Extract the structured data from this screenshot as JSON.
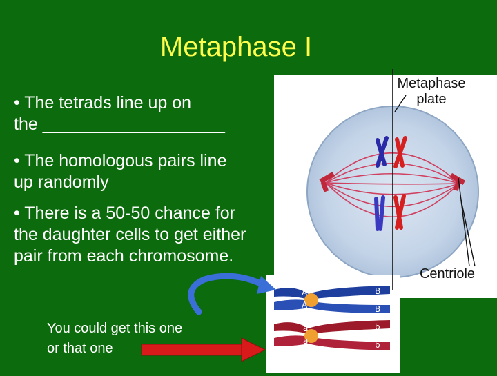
{
  "slide": {
    "title": "Metaphase I",
    "bullets": [
      "• The tetrads line up on\nthe ___________________",
      "• The homologous pairs line\nup randomly",
      "• There is a 50-50 chance for\nthe daughter cells to get either\npair from each chromosome."
    ]
  },
  "diagram": {
    "metaphase_plate_label": "Metaphase\nplate",
    "centriole_label": "Centriole"
  },
  "chromosomes": {
    "upper_alleles": [
      "A",
      "A",
      "B",
      "B"
    ],
    "lower_alleles": [
      "a",
      "a",
      "b",
      "b"
    ]
  },
  "note": "You could get this one\nor that one",
  "colors": {
    "background": "#0c6b0c",
    "title": "#ffff4d",
    "blue_chromosome": "#1f3f9e",
    "red_chromosome": "#9c1a2a",
    "centromere": "#f0a030",
    "arrow_red": "#d81a1a",
    "arrow_blue": "#3a6fd8"
  }
}
